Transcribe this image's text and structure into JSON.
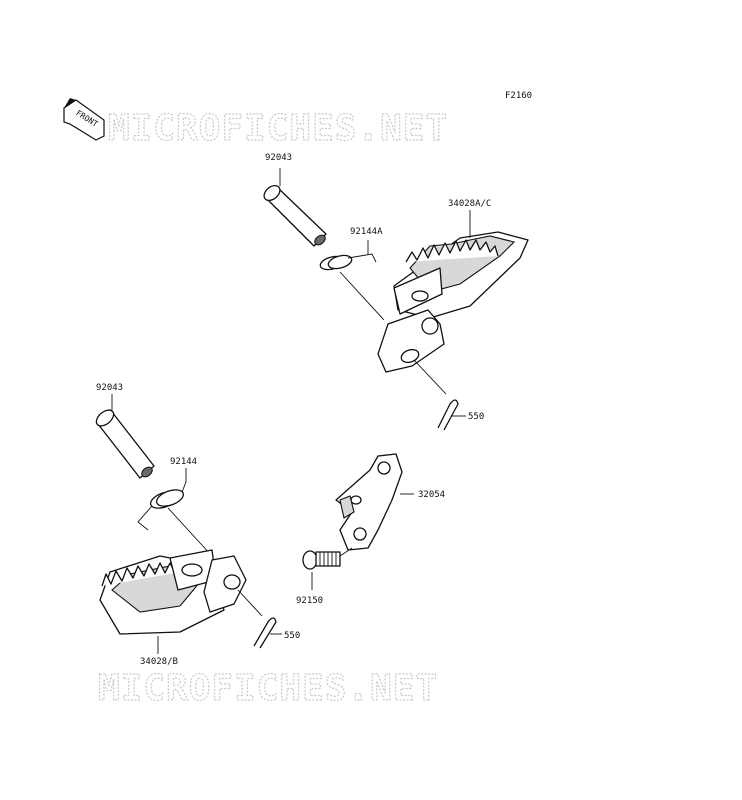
{
  "figure_code": "F2160",
  "front_indicator": "FRONT",
  "watermark": "MICROFICHES.NET",
  "parts": {
    "pin_upper": "92043",
    "spring_upper": "92144A",
    "footpeg_right": "34028A/C",
    "cotter_pin_upper": "550",
    "pin_lower": "92043",
    "spring_lower": "92144",
    "bracket": "32054",
    "bolt": "92150",
    "cotter_pin_lower": "550",
    "footpeg_left": "34028/B"
  }
}
